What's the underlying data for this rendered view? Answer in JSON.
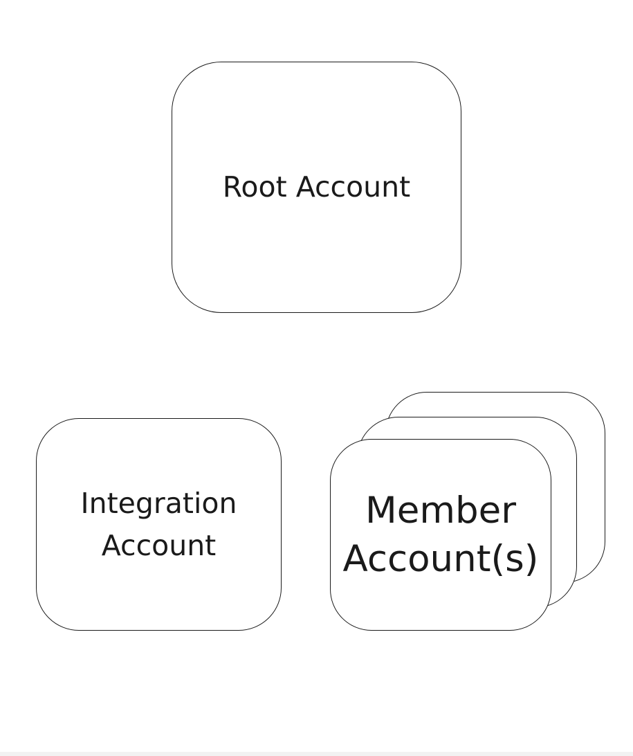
{
  "diagram": {
    "root": {
      "label": "Root Account"
    },
    "integration": {
      "label_line1": "Integration",
      "label_line2": "Account"
    },
    "member": {
      "label_line1": "Member",
      "label_line2": "Account(s)",
      "stack_count": 3
    }
  },
  "colors": {
    "stroke": "#1a1a1a",
    "fill": "#ffffff",
    "background": "#ffffff"
  }
}
